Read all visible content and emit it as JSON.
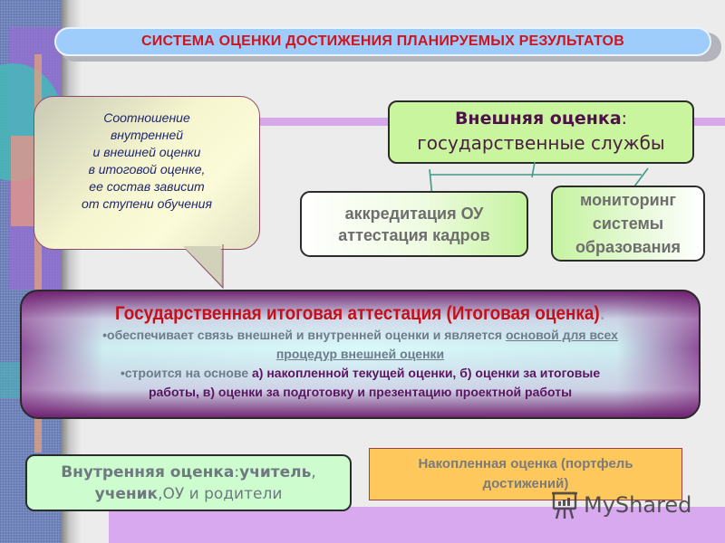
{
  "title": "СИСТЕМА ОЦЕНКИ ДОСТИЖЕНИЯ ПЛАНИРУЕМЫХ РЕЗУЛЬТАТОВ",
  "bubble": {
    "text": "Соотношение\nвнутренней\nи внешней оценки\nв итоговой  оценке,\nее состав зависит\nот ступени обучения"
  },
  "external": {
    "title": "Внешняя оценка",
    "colon": ":",
    "subtitle": "государственные службы",
    "children": [
      {
        "line1": "аккредитация ОУ",
        "line2": "аттестация кадров"
      },
      {
        "line1": "мониторинг",
        "line2": "системы",
        "line3": "образования"
      }
    ]
  },
  "final": {
    "title": "Государственная итоговая аттестация (Итоговая оценка)",
    "colon": ":",
    "bullet1_a": "•обеспечивает связь внешней и внутренней оценки и является ",
    "bullet1_u1": "основой для всех",
    "bullet1_u2": "процедур внешней оценки",
    "bullet2_a": "•строится на основе ",
    "bullet2_b": "а) накопленной текущей оценки, б) оценки за итоговые",
    "bullet2_c": "работы, в) оценки за подготовку и презентацию проектной работы"
  },
  "internal": {
    "bold1": "Внутренняя оценка",
    "sep": ":",
    "bold2": "учитель",
    "comma1": ",",
    "bold3": "ученик",
    "rest": ",ОУ и родители"
  },
  "portfolio": {
    "line1": "Накопленная оценка (портфель",
    "line2": "достижений)"
  },
  "watermark": {
    "icon": "presentation-board-icon",
    "text": "MyShared"
  },
  "colors": {
    "title_text": "#d0141e",
    "title_bg": "#9fcdfb",
    "external_bg": "#c9f59e",
    "final_title": "#c4101a",
    "portfolio_bg": "#fec85c",
    "internal_bg": "#cdfccf",
    "band_purple": "#d8a9ee"
  }
}
